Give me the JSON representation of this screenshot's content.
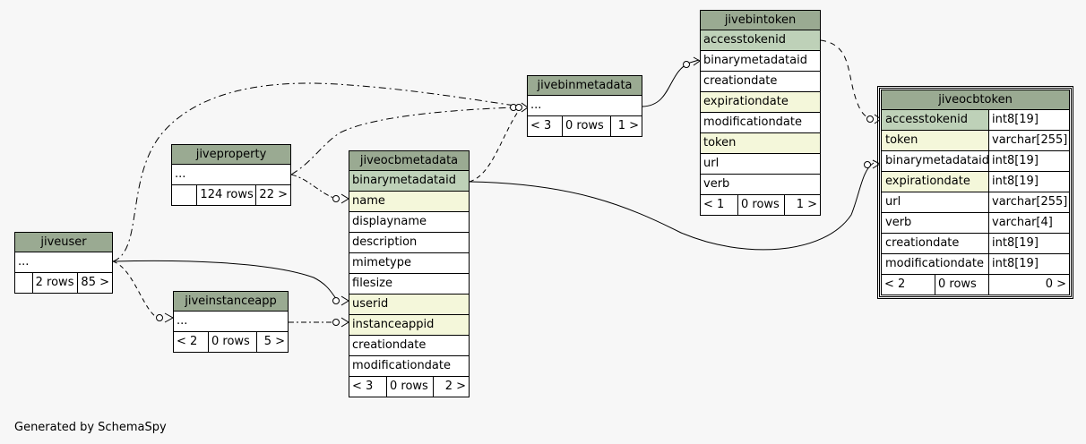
{
  "footer": "Generated by SchemaSpy",
  "tables": {
    "jivebintoken": {
      "title": "jivebintoken",
      "rows": [
        "accesstokenid",
        "binarymetadataid",
        "creationdate",
        "expirationdate",
        "modificationdate",
        "token",
        "url",
        "verb"
      ],
      "foot": [
        "< 1",
        "0 rows",
        "1 >"
      ]
    },
    "jivebinmetadata": {
      "title": "jivebinmetadata",
      "rows": [
        "..."
      ],
      "foot": [
        "< 3",
        "0 rows",
        "1 >"
      ]
    },
    "jiveproperty": {
      "title": "jiveproperty",
      "rows": [
        "..."
      ],
      "foot": [
        "",
        "124 rows",
        "22 >"
      ]
    },
    "jiveocbmetadata": {
      "title": "jiveocbmetadata",
      "rows": [
        "binarymetadataid",
        "name",
        "displayname",
        "description",
        "mimetype",
        "filesize",
        "userid",
        "instanceappid",
        "creationdate",
        "modificationdate"
      ],
      "foot": [
        "< 3",
        "0 rows",
        "2 >"
      ]
    },
    "jiveuser": {
      "title": "jiveuser",
      "rows": [
        "..."
      ],
      "foot": [
        "",
        "2 rows",
        "85 >"
      ]
    },
    "jiveinstanceapp": {
      "title": "jiveinstanceapp",
      "rows": [
        "..."
      ],
      "foot": [
        "< 2",
        "0 rows",
        "5 >"
      ]
    },
    "jiveocbtoken": {
      "title": "jiveocbtoken",
      "columns": [
        {
          "name": "accesstokenid",
          "type": "int8[19]"
        },
        {
          "name": "token",
          "type": "varchar[255]"
        },
        {
          "name": "binarymetadataid",
          "type": "int8[19]"
        },
        {
          "name": "expirationdate",
          "type": "int8[19]"
        },
        {
          "name": "url",
          "type": "varchar[255]"
        },
        {
          "name": "verb",
          "type": "varchar[4]"
        },
        {
          "name": "creationdate",
          "type": "int8[19]"
        },
        {
          "name": "modificationdate",
          "type": "int8[19]"
        }
      ],
      "foot": [
        "< 2",
        "0 rows",
        "0 >"
      ]
    }
  }
}
